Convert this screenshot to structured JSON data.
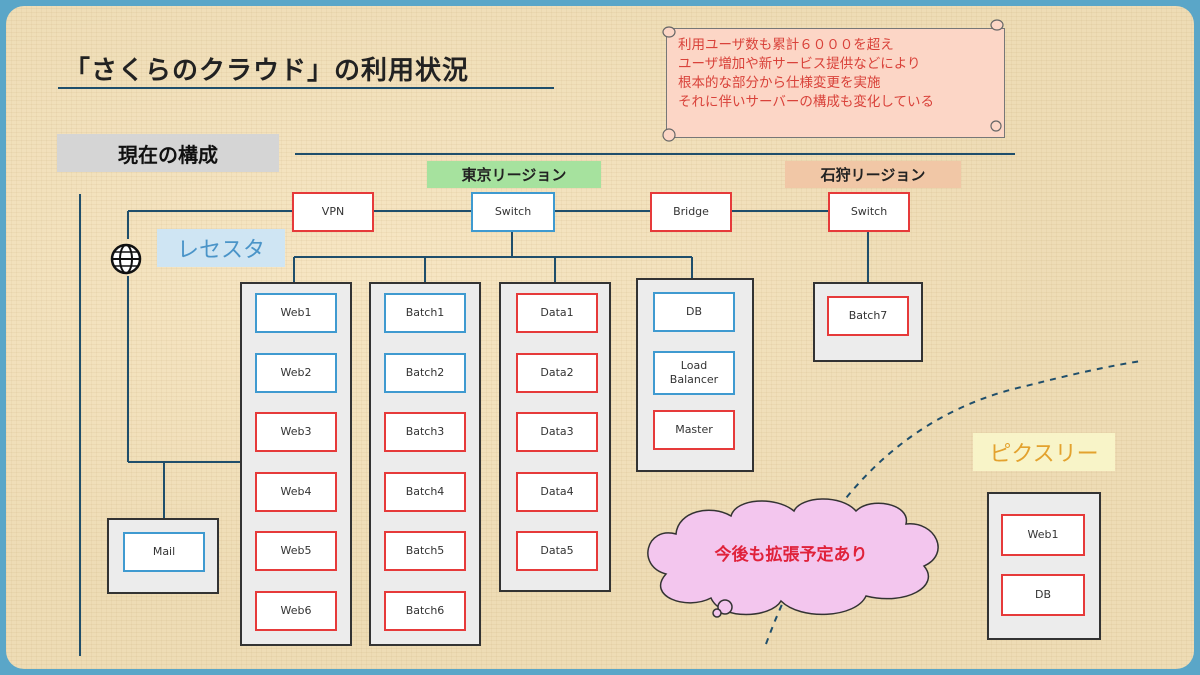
{
  "title": "「さくらのクラウド」の利用状況",
  "section": "現在の構成",
  "notes": [
    "利用ユーザ数も累計６０００を超え",
    "ユーザ増加や新サービス提供などにより",
    "根本的な部分から仕様変更を実施",
    "それに伴いサーバーの構成も変化している"
  ],
  "regions": {
    "tokyo": "東京リージョン",
    "ishikari": "石狩リージョン"
  },
  "zones": {
    "leaf": "レセスタ",
    "pix": "ピクスリー"
  },
  "network": {
    "vpn": "VPN",
    "switch_tokyo": "Switch",
    "bridge": "Bridge",
    "switch_ishikari": "Switch"
  },
  "web": [
    "Web1",
    "Web2",
    "Web3",
    "Web4",
    "Web5",
    "Web6"
  ],
  "batch": [
    "Batch1",
    "Batch2",
    "Batch3",
    "Batch4",
    "Batch5",
    "Batch6"
  ],
  "data": [
    "Data1",
    "Data2",
    "Data3",
    "Data4",
    "Data5"
  ],
  "infra": {
    "db": "DB",
    "lb": "Load Balancer",
    "master": "Master"
  },
  "batch7": "Batch7",
  "mail": "Mail",
  "pix": {
    "web": "Web1",
    "db": "DB"
  },
  "cloud": "今後も拡張予定あり",
  "colors": {
    "red_border": "#e63a3a",
    "blue_border": "#3f9ad0",
    "line": "#1f4e6b"
  }
}
